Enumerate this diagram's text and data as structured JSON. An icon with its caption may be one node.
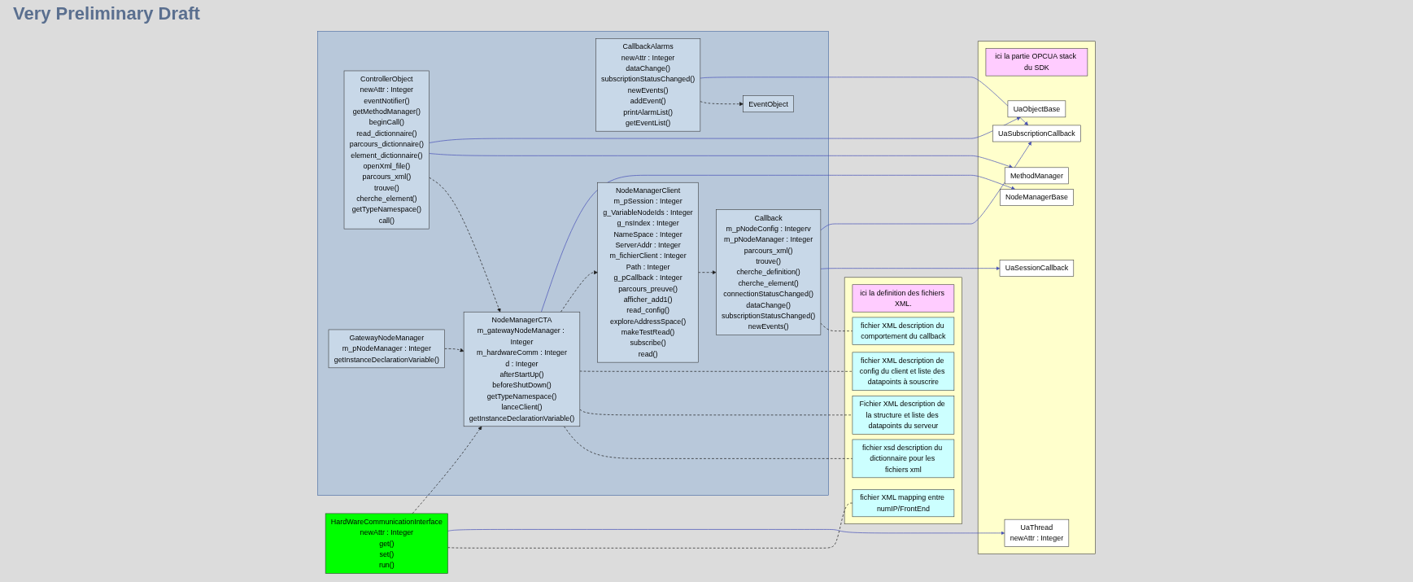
{
  "diagram": {
    "nodes": [
      {
        "text": [],
        "shape": "box"
      },
      {
        "text": [
          "ici la partie OPCUA stack du SDK"
        ],
        "in": 0
      },
      {
        "text": [
          "UaSubscriptionCallback"
        ],
        "in": 0
      },
      {
        "text": [
          "UaSessionCallback"
        ],
        "in": 0
      },
      {
        "text": [
          "NodeManagerBase"
        ],
        "in": 0
      },
      {
        "text": [
          "UaObjectBase"
        ],
        "in": 0
      },
      {
        "text": [
          "MethodManager"
        ],
        "in": 0
      },
      {
        "text": [
          "UaThread",
          "newAttr : Integer"
        ],
        "in": 0
      },
      {
        "text": [],
        "shape": "box"
      },
      {
        "text": [
          "EventObject"
        ],
        "in": 8
      },
      {
        "text": [
          "CallbackAlarms",
          "newAttr : Integer",
          "dataChange()",
          "subscriptionStatusChanged()",
          "newEvents()",
          "addEvent()",
          "printAlarmList()",
          "getEventList()"
        ],
        "in": 8
      },
      {
        "text": [
          "Callback",
          "m_pNodeConfig : Integerv",
          "m_pNodeManager : Integer",
          "parcours_xml()",
          "trouve()",
          "cherche_definition()",
          "cherche_element()",
          "connectionStatusChanged()",
          "dataChange()",
          "subscriptionStatusChanged()",
          "newEvents()"
        ],
        "in": 8
      },
      {
        "text": [
          "NodeManagerClient",
          "m_pSession : Integer",
          "g_VariableNodeIds : Integer",
          "g_nsIndex : Integer",
          "NameSpace : Integer",
          "ServerAddr : Integer",
          "m_fichierClient : Integer",
          "Path : Integer",
          "g_pCallback : Integer",
          "parcours_preuve()",
          "afficher_add1()",
          "read_config()",
          "exploreAddressSpace()",
          "makeTestRead()",
          "subscribe()",
          "read()"
        ],
        "in": 8
      },
      {
        "text": [
          "NodeManagerCTA",
          "m_gatewayNodeManager : Integer",
          "m_hardwareComm : Integer",
          "d : Integer",
          "afterStartUp()",
          "beforeShutDown()",
          "getTypeNamespace()",
          "lanceClient()",
          "getInstanceDeclarationVariable()"
        ],
        "in": 8
      },
      {
        "text": [
          "ControllerObject",
          "newAttr : Integer",
          "eventNotifier()",
          "getMethodManager()",
          "beginCall()",
          "read_dictionnaire()",
          "parcours_dictionnaire()",
          "element_dictionnaire()",
          "openXml_file()",
          "parcours_xml()",
          "trouve()",
          "cherche_element()",
          "getTypeNamespace()",
          "call()"
        ],
        "in": 8
      },
      {
        "text": [
          "GatewayNodeManager",
          "m_pNodeManager : Integer",
          "getInstanceDeclarationVariable()"
        ],
        "in": 8
      },
      {
        "text": [
          "HardWareCommunicationInterface",
          "newAttr : Integer",
          "get()",
          "set()",
          "run()"
        ]
      },
      {
        "text": [],
        "shape": "box"
      },
      {
        "text": [
          "ici la definition des fichiers XML."
        ],
        "in": 17
      },
      {
        "text": [
          "fichier XML description du comportement du callback"
        ],
        "in": 17
      },
      {
        "text": [
          "fichier XML description de config du client et liste des datapoints à souscrire"
        ],
        "in": 17
      },
      {
        "text": [
          "Fichier XML description de la structure et liste des datapoints du serveur"
        ],
        "in": 17
      },
      {
        "text": [
          "fichier xsd description du dictionnaire pour les fichiers xml"
        ],
        "in": 17
      },
      {
        "text": [
          "fichier XML mapping entre numIP/FrontEnd"
        ],
        "in": 17
      }
    ],
    "edges": [
      {
        "from": 10,
        "to": 2,
        "arrow": "to",
        "color": "#4b55b8"
      },
      {
        "from": 11,
        "to": 2,
        "arrow": "to",
        "color": "#4b55b8"
      },
      {
        "from": 11,
        "to": 3,
        "arrow": "to",
        "color": "#4b55b8"
      },
      {
        "from": 13,
        "to": 4,
        "arrow": "to",
        "color": "#4b55b8"
      },
      {
        "from": 14,
        "to": 5,
        "arrow": "to",
        "color": "#4b55b8"
      },
      {
        "from": 14,
        "to": 6,
        "arrow": "to",
        "color": "#4b55b8"
      },
      {
        "from": 16,
        "to": 7,
        "arrow": "to",
        "color": "#4b55b8"
      },
      {
        "from": 10,
        "to": 9,
        "arrow": "to",
        "style": "dashed"
      },
      {
        "from": 12,
        "to": 11,
        "arrow": "to",
        "style": "dashed"
      },
      {
        "from": 13,
        "to": 12,
        "arrow": "to",
        "style": "dashed"
      },
      {
        "from": 14,
        "to": 13,
        "arrow": "to",
        "style": "dashed"
      },
      {
        "from": 15,
        "to": 13,
        "arrow": "to",
        "style": "dashed"
      },
      {
        "from": 16,
        "to": 13,
        "arrow": "to",
        "style": "dashed"
      },
      {
        "from": 11,
        "to": 19,
        "arrow": "none",
        "style": "dashed"
      },
      {
        "from": 13,
        "to": 20,
        "arrow": "none",
        "style": "dashed"
      },
      {
        "from": 13,
        "to": 21,
        "arrow": "none",
        "style": "dashed"
      },
      {
        "from": 13,
        "to": 22,
        "arrow": "none",
        "style": "dashed"
      },
      {
        "from": 16,
        "to": 23,
        "arrow": "none",
        "style": "dashed"
      }
    ],
    "labels": [
      "Very Preliminary Draft"
    ]
  }
}
